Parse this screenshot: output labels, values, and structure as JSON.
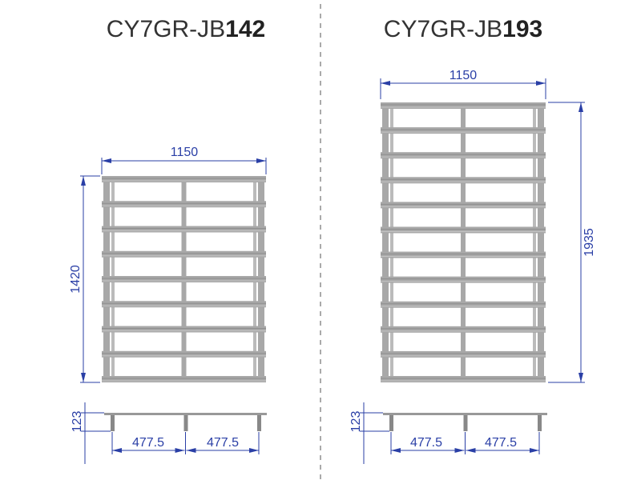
{
  "left": {
    "title_prefix": "CY7GR-JB",
    "title_model": "142",
    "width": "1150",
    "height": "1420",
    "leg_height": "123",
    "spacing_1": "477.5",
    "spacing_2": "477.5",
    "bays": 8
  },
  "right": {
    "title_prefix": "CY7GR-JB",
    "title_model": "193",
    "width": "1150",
    "height": "1935",
    "leg_height": "123",
    "spacing_1": "477.5",
    "spacing_2": "477.5",
    "bays": 11
  },
  "colors": {
    "dimension": "#2a3fa6",
    "frame": "#a8a8a8",
    "divider": "#555555"
  }
}
